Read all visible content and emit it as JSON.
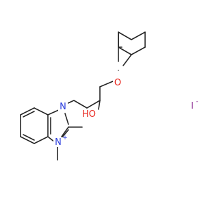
{
  "molecule": {
    "colors": {
      "bond": "#262626",
      "oxygen": "#e8231a",
      "nitrogen": "#2a3cdd",
      "iodine": "#8b2a91"
    },
    "atoms": {
      "ether_oxygen": "O",
      "hydroxyl": "HO",
      "n1": "N",
      "n3": "N",
      "n3_charge": "+",
      "iodine": "I",
      "iodine_charge": "-"
    }
  }
}
